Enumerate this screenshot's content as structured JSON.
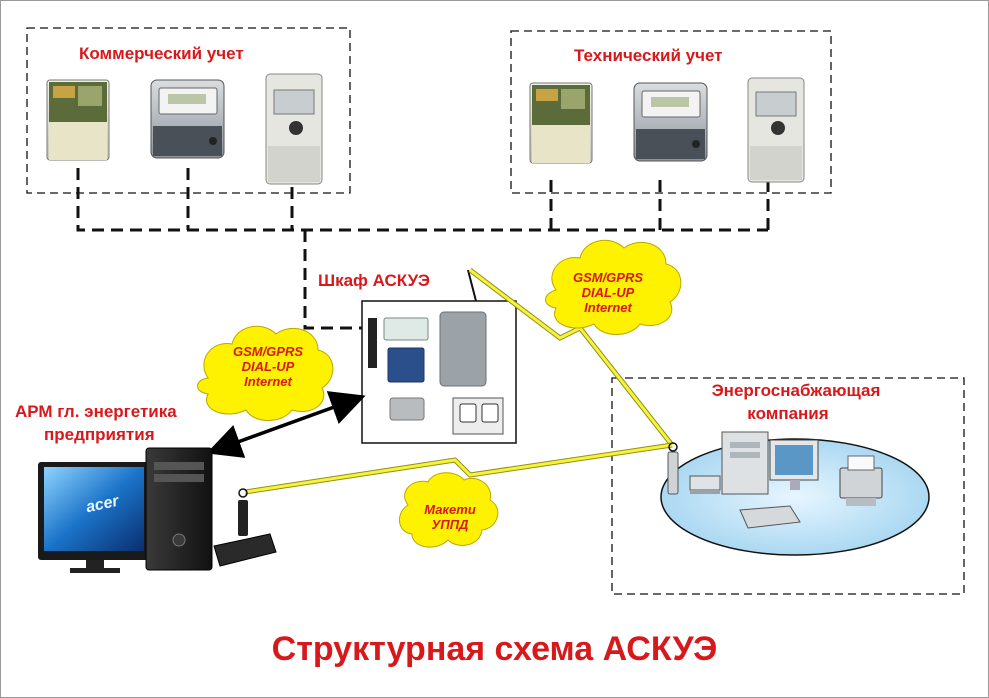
{
  "groups": {
    "commercial": {
      "title": "Коммерческий учет"
    },
    "technical": {
      "title": "Технический учет"
    },
    "cabinet": {
      "title": "Шкаф АСКУЭ"
    },
    "energy_company": {
      "title_line1": "Энергоснабжающая",
      "title_line2": "компания"
    },
    "workstation": {
      "title_line1": "АРМ гл. энергетика",
      "title_line2": "предприятия"
    }
  },
  "clouds": {
    "left": {
      "line1": "GSM/GPRS",
      "line2": "DIAL-UP",
      "line3": "Internet"
    },
    "right": {
      "line1": "GSM/GPRS",
      "line2": "DIAL-UP",
      "line3": "Internet"
    },
    "modem": {
      "line1": "Макети",
      "line2": "УППД"
    }
  },
  "monitor_brand": "acer",
  "main_title": "Структурная схема АСКУЭ",
  "colors": {
    "title_red": "#d7191c",
    "cloud_yellow": "#fff200",
    "lightning_yellow": "#fff33a",
    "network_blue": "#bfe3f5",
    "dashed_line": "#111111"
  },
  "icons": [
    "electricity-meter-icon",
    "cabinet-equipment-icon",
    "antenna-icon",
    "desktop-computer-icon",
    "modem-icon",
    "server-icon",
    "printer-icon",
    "keyboard-icon",
    "lightning-link-icon"
  ]
}
